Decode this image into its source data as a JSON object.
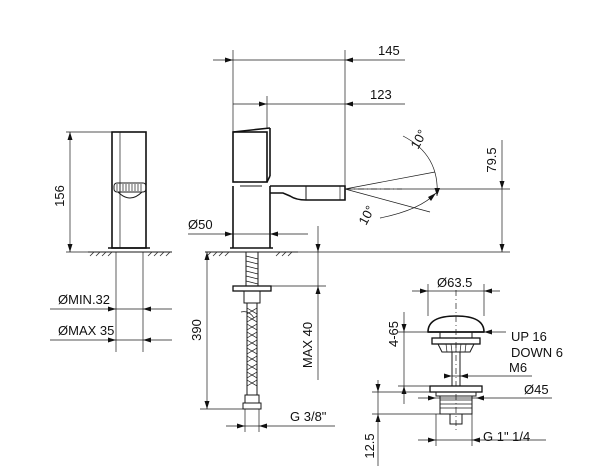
{
  "dimensions": {
    "d145": "145",
    "d123": "123",
    "d79_5": "79.5",
    "d10_top": "10°",
    "d10_bottom": "10°",
    "d156": "156",
    "d50": "Ø50",
    "d390": "390",
    "max40": "MAX 40",
    "g38": "G 3/8\"",
    "dmin": "ØMIN.32",
    "dmax": "ØMAX 35",
    "d63_5": "Ø63.5",
    "d4_65": "4-65",
    "up16": "UP 16",
    "down6": "DOWN 6",
    "m6": "M6",
    "d45": "Ø45",
    "d12_5": "12.5",
    "g1": "G 1\" 1/4"
  }
}
